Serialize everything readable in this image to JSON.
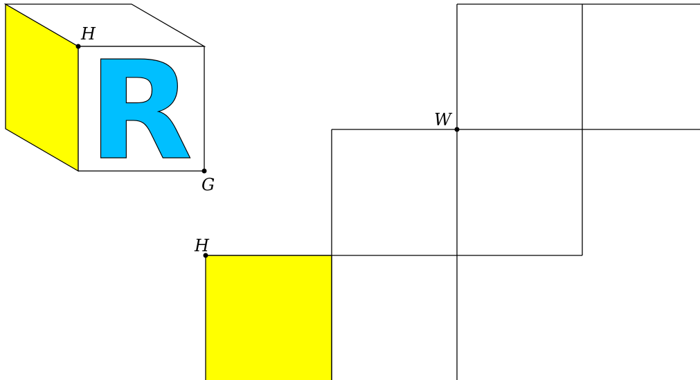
{
  "colors": {
    "face_fill": "#ffff00",
    "letter_fill": "#00bfff",
    "line": "#000000",
    "background": "#ffffff"
  },
  "cube": {
    "front_letter": "R",
    "label_top_vertex": "H",
    "label_bottom_vertex": "G"
  },
  "net": {
    "label_corner_left": "H",
    "label_corner_center": "W"
  }
}
